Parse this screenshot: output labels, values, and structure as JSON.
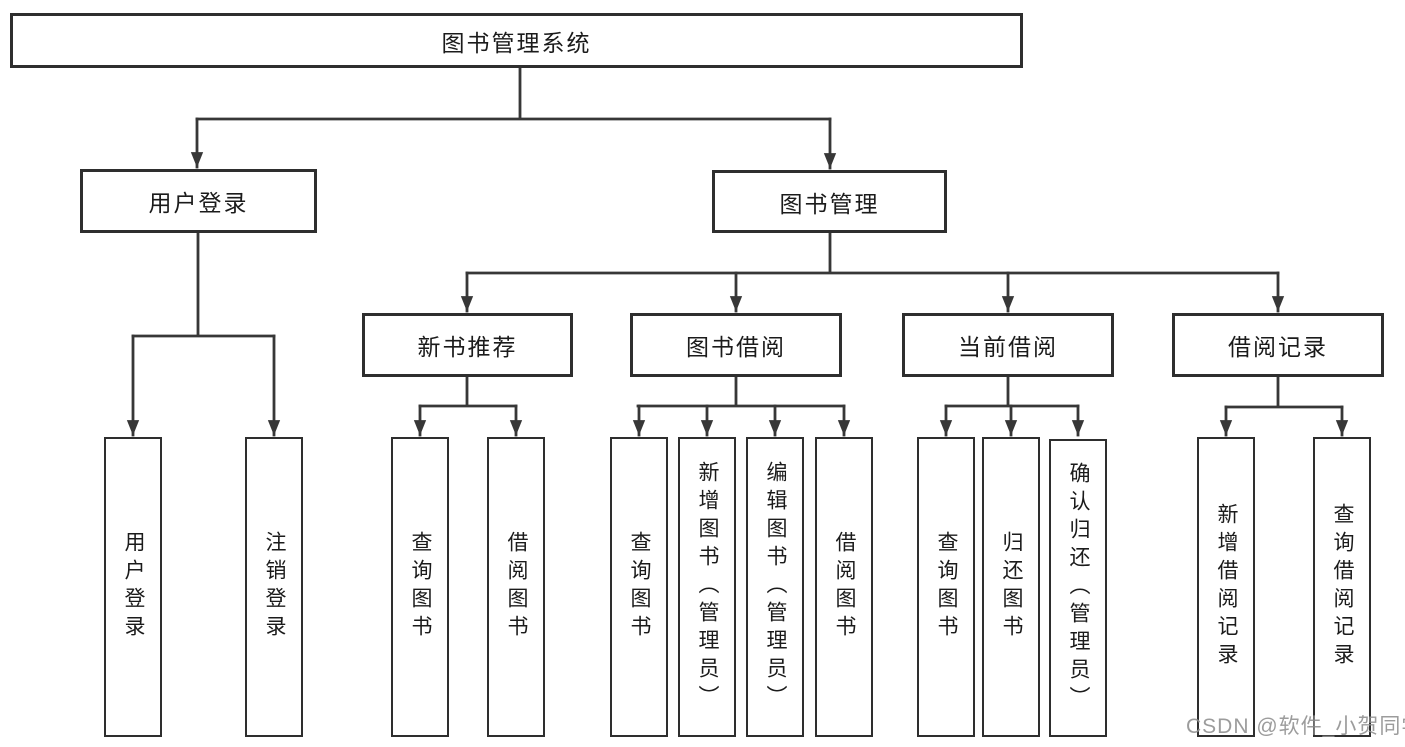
{
  "root": {
    "label": "图书管理系统"
  },
  "level2": [
    {
      "label": "用户登录"
    },
    {
      "label": "图书管理"
    }
  ],
  "level3": [
    {
      "label": "新书推荐",
      "parent": "图书管理"
    },
    {
      "label": "图书借阅",
      "parent": "图书管理"
    },
    {
      "label": "当前借阅",
      "parent": "图书管理"
    },
    {
      "label": "借阅记录",
      "parent": "图书管理"
    }
  ],
  "level4": [
    {
      "label": "用户登录",
      "parent": "用户登录"
    },
    {
      "label": "注销登录",
      "parent": "用户登录"
    },
    {
      "label": "查询图书",
      "parent": "新书推荐"
    },
    {
      "label": "借阅图书",
      "parent": "新书推荐"
    },
    {
      "label": "查询图书",
      "parent": "图书借阅"
    },
    {
      "label": "新增图书（管理员）",
      "parent": "图书借阅"
    },
    {
      "label": "编辑图书（管理员）",
      "parent": "图书借阅"
    },
    {
      "label": "借阅图书",
      "parent": "图书借阅"
    },
    {
      "label": "查询图书",
      "parent": "当前借阅"
    },
    {
      "label": "归还图书",
      "parent": "当前借阅"
    },
    {
      "label": "确认归还（管理员）",
      "parent": "当前借阅"
    },
    {
      "label": "新增借阅记录",
      "parent": "借阅记录"
    },
    {
      "label": "查询借阅记录",
      "parent": "借阅记录"
    }
  ],
  "watermark": {
    "text": "CSDN @软件_小贺同学"
  },
  "colors": {
    "line": "#373737",
    "box_border": "#2e2e2e",
    "text": "#1b1b1b",
    "watermark": "#8e8e8e",
    "background": "#ffffff"
  }
}
